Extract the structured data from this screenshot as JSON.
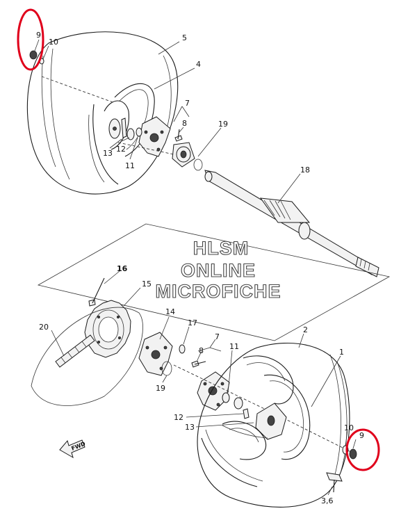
{
  "callouts": {
    "c1": "1",
    "c2": "2",
    "c3_6": "3,6",
    "c4": "4",
    "c5": "5",
    "c7_top": "7",
    "c7_bot": "7",
    "c8_top": "8",
    "c8_bot": "8",
    "c9_top": "9",
    "c9_bot": "9",
    "c10_top": "10",
    "c10_bot": "10",
    "c11_top": "11",
    "c11_bot": "11",
    "c12_top": "12",
    "c12_bot": "12",
    "c13_top": "13",
    "c13_bot": "13",
    "c14": "14",
    "c15": "15",
    "c16": "16",
    "c17": "17",
    "c18": "18",
    "c19_top": "19",
    "c19_bot": "19",
    "c20": "20"
  },
  "watermark": {
    "line1": "HLSM",
    "line2": "ONLINE",
    "line3": "MICROFICHE"
  },
  "fwd_label": "FWD",
  "highlight_color": "#e0001b"
}
